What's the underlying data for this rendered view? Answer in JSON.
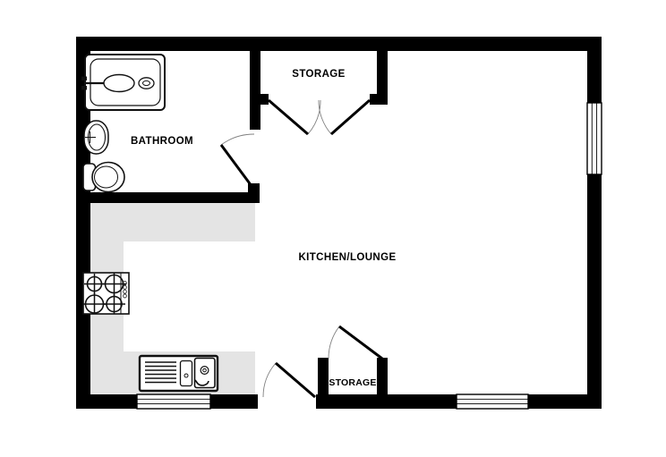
{
  "plan": {
    "rooms": {
      "bathroom": {
        "label": "BATHROOM"
      },
      "storage_top": {
        "label": "STORAGE"
      },
      "kitchen_lounge": {
        "label": "KITCHEN/LOUNGE"
      },
      "storage_bottom": {
        "label": "STORAGE"
      }
    },
    "colors": {
      "wall": "#000000",
      "counter": "#e4e4e4",
      "floor": "#ffffff",
      "door_arc": "#808080"
    },
    "fixtures": {
      "bathroom": [
        "bath",
        "washbasin",
        "toilet"
      ],
      "kitchen": [
        "hob-4-burner",
        "sink-with-drainer"
      ]
    },
    "openings": {
      "windows": [
        "right-wall-window",
        "bottom-wall-window-left",
        "bottom-wall-window-right"
      ],
      "doors": [
        "bathroom-door",
        "storage-top-double-doors",
        "storage-bottom-door",
        "entrance-door"
      ]
    }
  }
}
